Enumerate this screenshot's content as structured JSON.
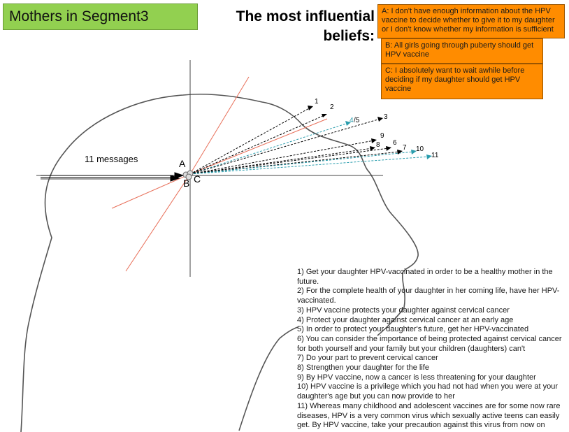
{
  "title": "Mothers in Segment3",
  "heading": "The most influential beliefs:",
  "beliefs": [
    {
      "letter": "A",
      "text": "A: I don't have enough information about the HPV vaccine to decide whether to give it to my daughter or I don't know whether my information is sufficient"
    },
    {
      "letter": "B",
      "text": "B: All girls going through puberty should get HPV vaccine"
    },
    {
      "letter": "C",
      "text": "C: I absolutely want to wait awhile before deciding if my daughter should get HPV vaccine"
    }
  ],
  "messages_count_label": "11 messages",
  "points": {
    "a": "A",
    "b": "B",
    "c": "C"
  },
  "arrow_labels": [
    "1",
    "2",
    "3",
    "4",
    "/5",
    "6",
    "7",
    "8",
    "9",
    "10",
    "11"
  ],
  "messages": [
    "1) Get your daughter HPV-vaccinated in order to be a healthy mother in the future.",
    "2) For the complete health of your daughter in her coming life, have her HPV-vaccinated.",
    "3) HPV vaccine protects your daughter against cervical cancer",
    "4) Protect your daughter against cervical cancer at an early age",
    "5) In order to protect your daughter's future, get her HPV-vaccinated",
    "6) You can consider the importance of being protected against cervical cancer for both yourself and your family but your children (daughters) can't",
    "7) Do your part to prevent cervical cancer",
    "8) Strengthen your daughter for the life",
    "9) By HPV vaccine, now a cancer is less threatening for your daughter",
    "10) HPV vaccine is a privilege which you had not had when you were at your daughter's age but you can now provide to her",
    "11) Whereas many childhood and adolescent vaccines are for some now rare diseases, HPV is a very common virus which sexually active teens can easily get. By HPV vaccine, take your precaution against this virus from now on"
  ],
  "colors": {
    "title_bg": "#92d050",
    "belief_bg": "#ff8c00",
    "red_line": "#e8705a",
    "teal_arrow": "#2a9dad",
    "black_arrow": "#000000"
  }
}
